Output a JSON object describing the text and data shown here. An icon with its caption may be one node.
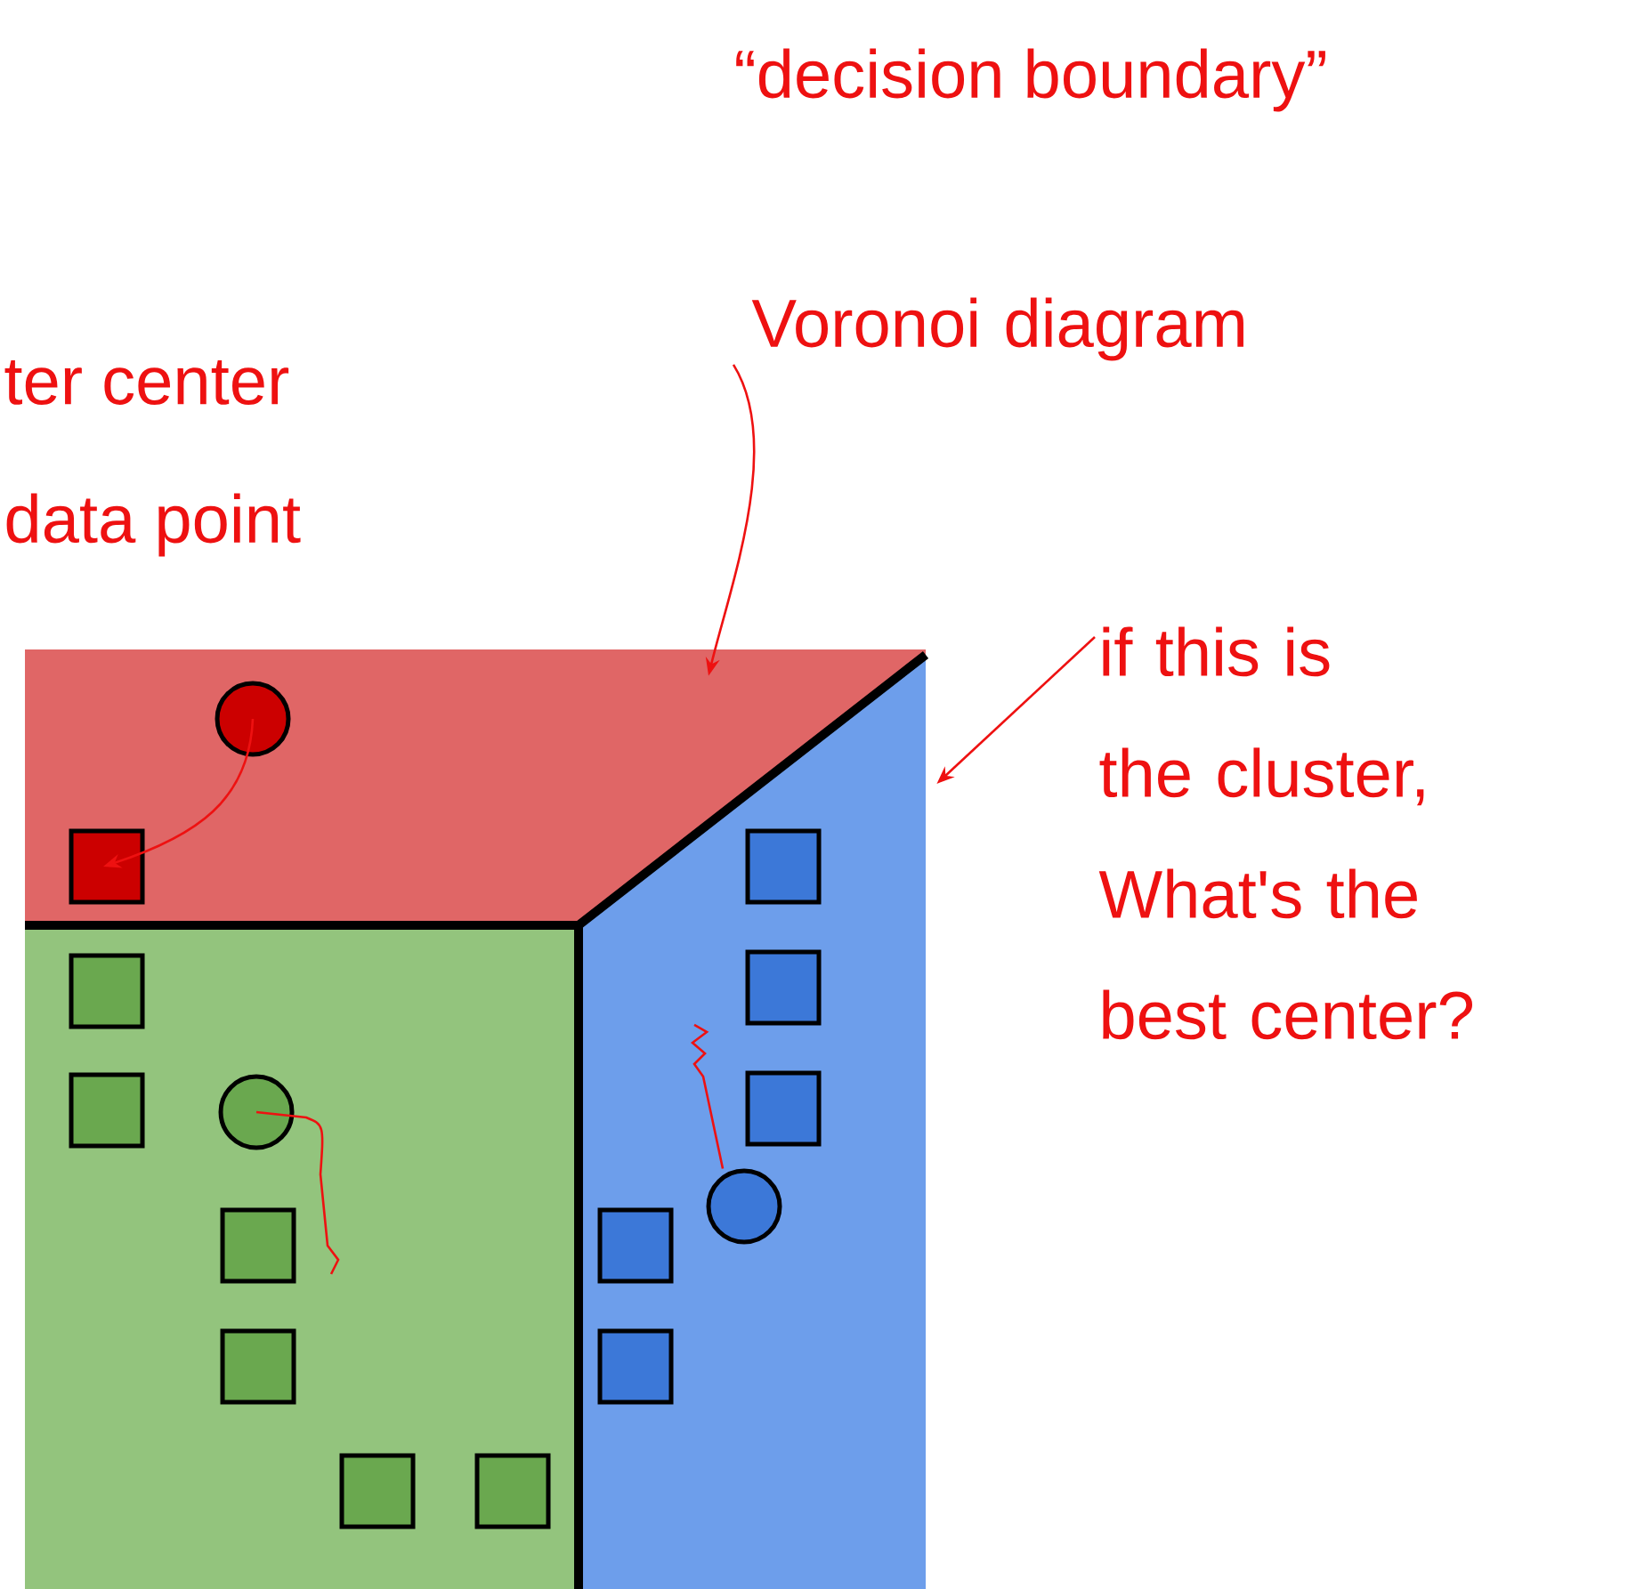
{
  "diagram": {
    "nodes": [
      {
        "text": [
          "Voronoi diagram"
        ]
      },
      {
        "text": [
          "if this is the cluster, What's the best center?"
        ]
      },
      {
        "text": [],
        "shape": "polygon"
      },
      {
        "text": [],
        "shape": "polygon"
      },
      {
        "text": [],
        "shape": "polygon"
      },
      {
        "text": [],
        "shape": "circle",
        "in": 2
      },
      {
        "text": [],
        "shape": "box",
        "in": 2
      },
      {
        "text": [],
        "shape": "box",
        "in": 3
      },
      {
        "text": [],
        "shape": "box",
        "in": 3
      },
      {
        "text": [],
        "shape": "circle",
        "in": 3
      },
      {
        "text": [],
        "shape": "box",
        "in": 3
      },
      {
        "text": [],
        "shape": "box",
        "in": 3
      },
      {
        "text": [],
        "shape": "box",
        "in": 3
      },
      {
        "text": [],
        "shape": "box",
        "in": 3
      },
      {
        "text": [],
        "shape": "box",
        "in": 4
      },
      {
        "text": [],
        "shape": "box",
        "in": 4
      },
      {
        "text": [],
        "shape": "box",
        "in": 4
      },
      {
        "text": [],
        "shape": "circle",
        "in": 4
      },
      {
        "text": [],
        "shape": "box",
        "in": 4
      },
      {
        "text": [],
        "shape": "box",
        "in": 4
      }
    ],
    "edges": [
      {
        "from": 0,
        "to": 2,
        "arrow": "to"
      },
      {
        "from": 1,
        "to": 4,
        "arrow": "to"
      },
      {
        "from": 5,
        "to": 6,
        "arrow": "to"
      },
      {
        "from": 9,
        "to": null,
        "arrow": "none"
      },
      {
        "from": 17,
        "to": null,
        "arrow": "none"
      }
    ],
    "labels": [
      "“decision boundary”",
      "ter center",
      "data point"
    ]
  }
}
